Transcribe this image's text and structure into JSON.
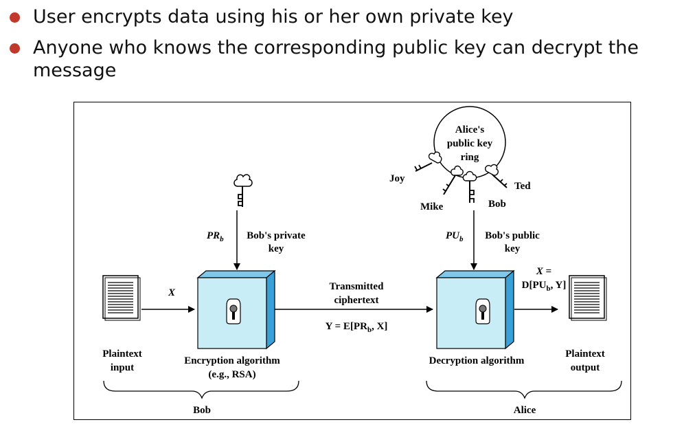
{
  "bullets": [
    {
      "line1": "User encrypts data using his or her own private key",
      "line2": ""
    },
    {
      "line1": "Anyone who knows the corresponding public key can decrypt the",
      "line2": "message"
    }
  ],
  "colors": {
    "bullet": "#c0392b",
    "box_face": "#c9edf7",
    "box_side": "#3aa0d8",
    "box_top": "#7fc8ea"
  },
  "diagram": {
    "plaintext_input": [
      "Plaintext",
      "input"
    ],
    "x_label": "X",
    "pr_label": "PR",
    "pr_sub": "b",
    "bob_private_key": [
      "Bob's private",
      "key"
    ],
    "encryption_algorithm": [
      "Encryption algorithm",
      "(e.g., RSA)"
    ],
    "transmitted": [
      "Transmitted",
      "ciphertext"
    ],
    "y_formula": {
      "pre": "Y = E[PR",
      "sub": "b",
      "post": ", X]"
    },
    "alice_ring": [
      "Alice's",
      "public key",
      "ring"
    ],
    "joy": "Joy",
    "mike": "Mike",
    "bob_key": "Bob",
    "ted": "Ted",
    "pu_label": "PU",
    "pu_sub": "b",
    "bob_public_key": [
      "Bob's public",
      "key"
    ],
    "decryption_algorithm": "Decryption algorithm",
    "x_eq": "X =",
    "d_formula": {
      "pre": "D[PU",
      "sub": "b",
      "post": ", Y]"
    },
    "plaintext_output": [
      "Plaintext",
      "output"
    ],
    "bob_brace": "Bob",
    "alice_brace": "Alice"
  }
}
